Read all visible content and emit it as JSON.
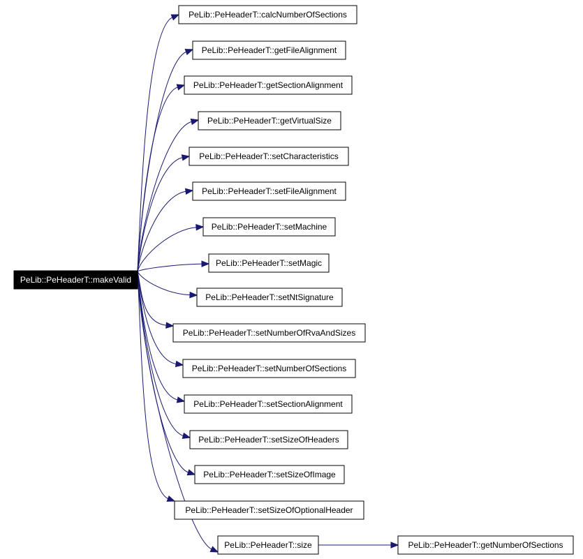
{
  "graph": {
    "type": "call-graph",
    "colors": {
      "edge": "#191970",
      "root_fill": "#000000",
      "root_text": "#ffffff",
      "node_fill": "#ffffff",
      "node_border": "#000000"
    },
    "root": {
      "id": "n0",
      "label": "PeLib::PeHeaderT::makeValid"
    },
    "nodes": [
      {
        "id": "n1",
        "label": "PeLib::PeHeaderT::calcNumberOfSections"
      },
      {
        "id": "n2",
        "label": "PeLib::PeHeaderT::getFileAlignment"
      },
      {
        "id": "n3",
        "label": "PeLib::PeHeaderT::getSectionAlignment"
      },
      {
        "id": "n4",
        "label": "PeLib::PeHeaderT::getVirtualSize"
      },
      {
        "id": "n5",
        "label": "PeLib::PeHeaderT::setCharacteristics"
      },
      {
        "id": "n6",
        "label": "PeLib::PeHeaderT::setFileAlignment"
      },
      {
        "id": "n7",
        "label": "PeLib::PeHeaderT::setMachine"
      },
      {
        "id": "n8",
        "label": "PeLib::PeHeaderT::setMagic"
      },
      {
        "id": "n9",
        "label": "PeLib::PeHeaderT::setNtSignature"
      },
      {
        "id": "n10",
        "label": "PeLib::PeHeaderT::setNumberOfRvaAndSizes"
      },
      {
        "id": "n11",
        "label": "PeLib::PeHeaderT::setNumberOfSections"
      },
      {
        "id": "n12",
        "label": "PeLib::PeHeaderT::setSectionAlignment"
      },
      {
        "id": "n13",
        "label": "PeLib::PeHeaderT::setSizeOfHeaders"
      },
      {
        "id": "n14",
        "label": "PeLib::PeHeaderT::setSizeOfImage"
      },
      {
        "id": "n15",
        "label": "PeLib::PeHeaderT::setSizeOfOptionalHeader"
      },
      {
        "id": "n16",
        "label": "PeLib::PeHeaderT::size"
      },
      {
        "id": "n17",
        "label": "PeLib::PeHeaderT::getNumberOfSections"
      }
    ],
    "edges": [
      {
        "from": "n0",
        "to": "n1"
      },
      {
        "from": "n0",
        "to": "n2"
      },
      {
        "from": "n0",
        "to": "n3"
      },
      {
        "from": "n0",
        "to": "n4"
      },
      {
        "from": "n0",
        "to": "n5"
      },
      {
        "from": "n0",
        "to": "n6"
      },
      {
        "from": "n0",
        "to": "n7"
      },
      {
        "from": "n0",
        "to": "n8"
      },
      {
        "from": "n0",
        "to": "n9"
      },
      {
        "from": "n0",
        "to": "n10"
      },
      {
        "from": "n0",
        "to": "n11"
      },
      {
        "from": "n0",
        "to": "n12"
      },
      {
        "from": "n0",
        "to": "n13"
      },
      {
        "from": "n0",
        "to": "n14"
      },
      {
        "from": "n0",
        "to": "n15"
      },
      {
        "from": "n0",
        "to": "n16"
      },
      {
        "from": "n16",
        "to": "n17"
      }
    ]
  }
}
